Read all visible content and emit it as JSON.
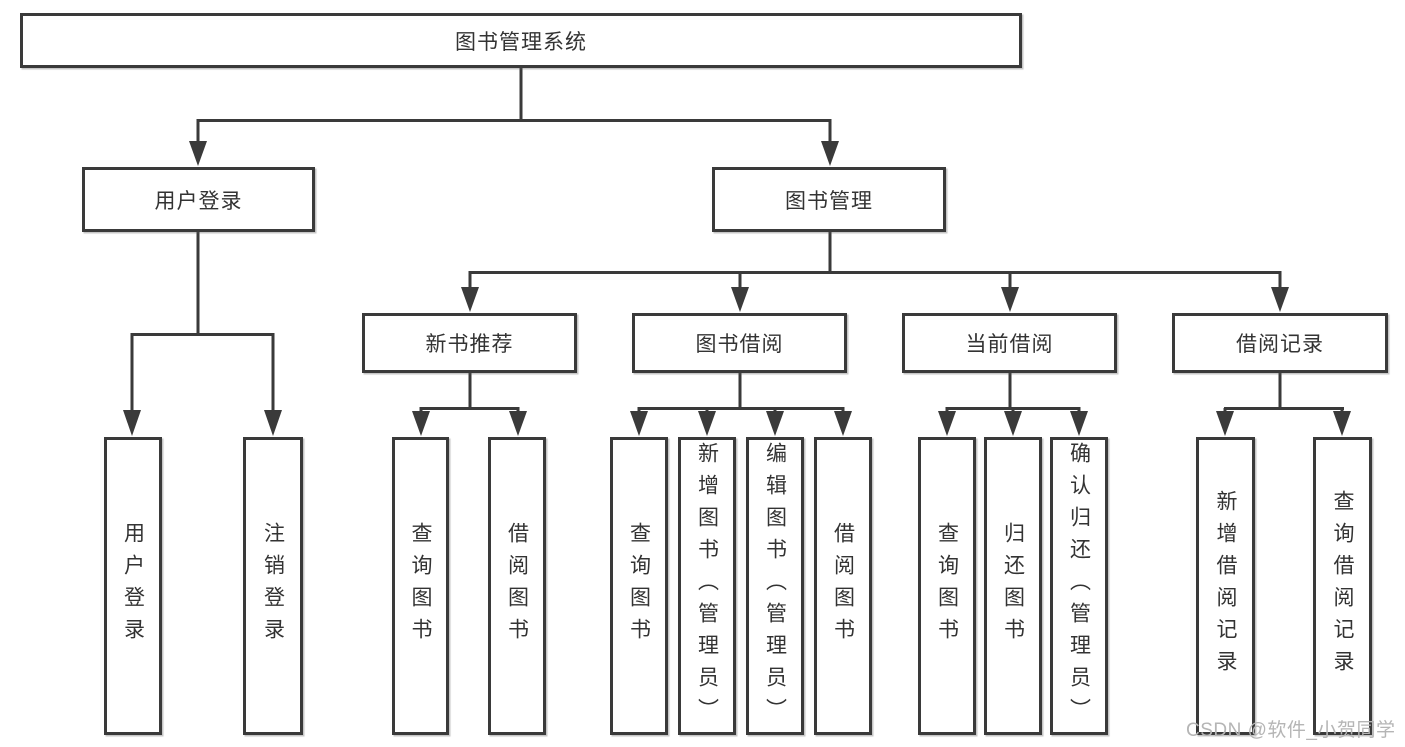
{
  "diagram": {
    "title": "图书管理系统",
    "colors": {
      "line": "#3a3a3a",
      "text": "#333333",
      "watermark": "#b5b5b5",
      "background": "#ffffff"
    },
    "watermark": {
      "text": "CSDN @软件_小贺同学"
    },
    "nodes": {
      "root": {
        "label": "图书管理系统"
      },
      "user_login": {
        "label": "用户登录"
      },
      "book_management": {
        "label": "图书管理"
      },
      "new_book_recommend": {
        "label": "新书推荐"
      },
      "book_borrowing": {
        "label": "图书借阅"
      },
      "current_borrowing": {
        "label": "当前借阅"
      },
      "borrow_records": {
        "label": "借阅记录"
      },
      "login": {
        "label": "用户登录"
      },
      "logout": {
        "label": "注销登录"
      },
      "nb_query": {
        "label": "查询图书"
      },
      "nb_borrow": {
        "label": "借阅图书"
      },
      "bb_query": {
        "label": "查询图书"
      },
      "bb_add": {
        "label": "新增图书（管理员）"
      },
      "bb_edit": {
        "label": "编辑图书（管理员）"
      },
      "bb_borrow": {
        "label": "借阅图书"
      },
      "cb_query": {
        "label": "查询图书"
      },
      "cb_return": {
        "label": "归还图书"
      },
      "cb_confirm": {
        "label": "确认归还（管理员）"
      },
      "br_add": {
        "label": "新增借阅记录"
      },
      "br_query": {
        "label": "查询借阅记录"
      }
    },
    "hierarchy": {
      "图书管理系统": {
        "用户登录": [
          "用户登录",
          "注销登录"
        ],
        "图书管理": {
          "新书推荐": [
            "查询图书",
            "借阅图书"
          ],
          "图书借阅": [
            "查询图书",
            "新增图书（管理员）",
            "编辑图书（管理员）",
            "借阅图书"
          ],
          "当前借阅": [
            "查询图书",
            "归还图书",
            "确认归还（管理员）"
          ],
          "借阅记录": [
            "新增借阅记录",
            "查询借阅记录"
          ]
        }
      }
    }
  }
}
